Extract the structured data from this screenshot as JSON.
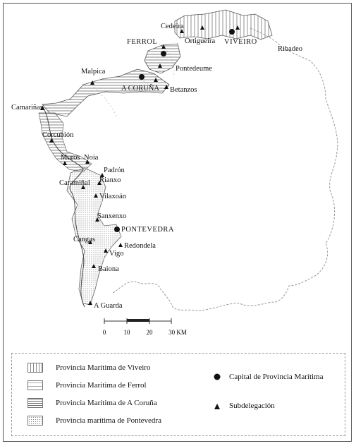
{
  "places": [
    {
      "name": "Cedeira"
    },
    {
      "name": "FERROL"
    },
    {
      "name": "Ortigueira"
    },
    {
      "name": "VIVEIRO"
    },
    {
      "name": "Ribadeo"
    },
    {
      "name": "Pontedeume"
    },
    {
      "name": "Malpica"
    },
    {
      "name": "A CORUÑA"
    },
    {
      "name": "Betanzos"
    },
    {
      "name": "Camariñas"
    },
    {
      "name": "Corcubión"
    },
    {
      "name": "Muros"
    },
    {
      "name": "Noia"
    },
    {
      "name": "Padrón"
    },
    {
      "name": "Rianxo"
    },
    {
      "name": "Caramiñal"
    },
    {
      "name": "Vilaxoán"
    },
    {
      "name": "Sanxenxo"
    },
    {
      "name": "PONTEVEDRA"
    },
    {
      "name": "Cangas"
    },
    {
      "name": "Redondela"
    },
    {
      "name": "Vigo"
    },
    {
      "name": "Baiona"
    },
    {
      "name": "A Guarda"
    }
  ],
  "scale": {
    "ticks": [
      "0",
      "10",
      "20",
      "30 KM"
    ]
  },
  "legend": {
    "viveiro": "Provincia Marítima de Viveiro",
    "ferrol": "Provincia Marítima de Ferrol",
    "coruna": "Provincia Marítima de A Coruña",
    "pontevedra": "Provincia marítima de Pontevedra",
    "capital": "Capital de Provincia Marítima",
    "subdelegacion": "Subdelegación"
  }
}
